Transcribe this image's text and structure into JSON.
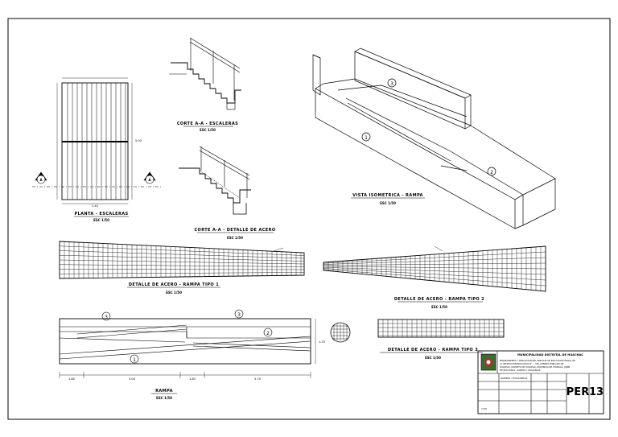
{
  "views": {
    "plan_title": "PLANTA - ESCALERAS",
    "plan_scale": "ESC 1/50",
    "section1_title": "CORTE A-A - ESCALERAS",
    "section1_scale": "ESC 1/50",
    "section2_title": "CORTE A-A - DETALLE DE ACERO",
    "section2_scale": "ESC 1/50",
    "iso_title": "VISTA ISOMETRICA - RAMPA",
    "iso_scale": "ESC 1/50",
    "rebar1_title": "DETALLE DE ACERO - RAMPA TIPO 1",
    "rebar1_scale": "ESC 1/50",
    "rebar2_title": "DETALLE DE ACERO - RAMPA TIPO 2",
    "rebar2_scale": "ESC 1/50",
    "rebar3_title": "DETALLE DE ACERO - RAMPA TIPO 3",
    "rebar3_scale": "ESC 1/50",
    "ramp_title": "RAMPA",
    "ramp_scale": "ESC 1/50",
    "section_mark": "A",
    "callout_1": "1",
    "callout_2": "2",
    "callout_3": "3",
    "dims": {
      "d1": "1.80",
      "d2": "5.00",
      "d3": "1.80",
      "d4": "5.70",
      "plan_width": "2.40",
      "plan_height": "5.00",
      "ramp_height": "1.20"
    }
  },
  "title_block": {
    "entity": "MUNICIPALIDAD DISTRITAL DE HUACHAC",
    "project_lines": [
      "MEJORAMIENTO Y AMPLIACION DEL SERVICIO DE EDUCACION INICIAL DE",
      "LA INSTITUCION EDUCATIVA N° ... DEL CENTRO POBLADO DE",
      "HUACHAC, DISTRITO DE HUACHAC, PROVINCIA DE CHUPACA, JUNIN",
      "ESTRUCTURAS - RAMPAS Y ESCALERAS"
    ],
    "sheet_code": "PER",
    "sheet_number": "13",
    "plan_name": "RAMPAS Y ESCALERAS",
    "scale": "1:50"
  },
  "colors": {
    "line": "#000000",
    "logo_green": "#3c6b2e",
    "logo_red": "#b03030"
  }
}
